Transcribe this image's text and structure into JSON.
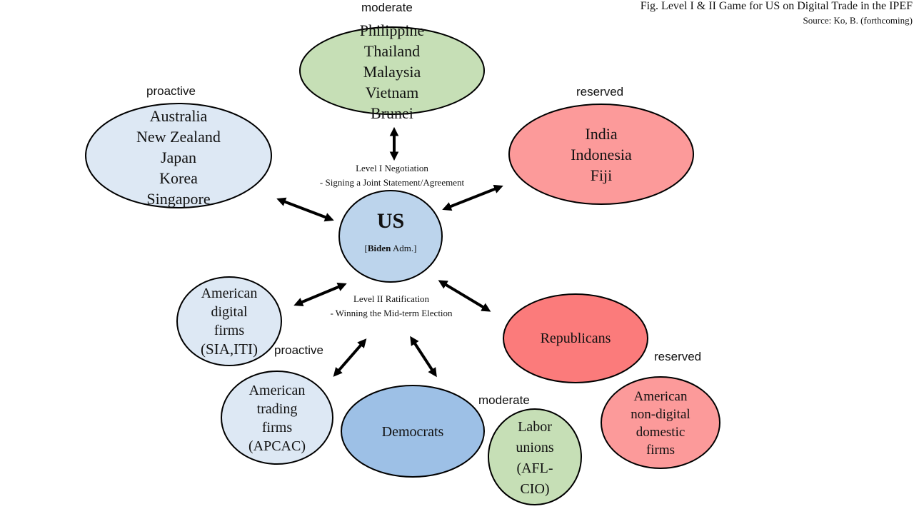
{
  "caption": {
    "title": "Fig. Level I & II Game for US on Digital  Trade in the IPEF",
    "source": "Source:  Ko, B. (forthcoming)"
  },
  "labels": {
    "moderate_top": "moderate",
    "proactive_top": "proactive",
    "reserved_top": "reserved",
    "proactive_bottom": "proactive",
    "reserved_bottom": "reserved",
    "moderate_bottom": "moderate"
  },
  "center": {
    "title": "US",
    "sub_bold": "Biden",
    "sub_rest": " Adm.]",
    "sub_open": "["
  },
  "level1": {
    "line1": "Level  I Negotiation",
    "line2": "- Signing  a Joint  Statement/Agreement"
  },
  "level2": {
    "line1": "Level  II Ratification",
    "line2": "- Winning  the Mid-term  Election"
  },
  "nodes": {
    "moderate_countries": [
      "Philippine",
      "Thailand",
      "Malaysia",
      "Vietnam",
      "Brunei"
    ],
    "proactive_countries": [
      "Australia",
      "New Zealand",
      "Japan",
      "Korea",
      "Singapore"
    ],
    "reserved_countries": [
      "India",
      "Indonesia",
      "Fiji"
    ],
    "digital_firms": [
      "American",
      "digital",
      "firms",
      "(SIA,ITI)"
    ],
    "trading_firms": [
      "American",
      "trading",
      "firms",
      "(APCAC)"
    ],
    "democrats": [
      "Democrats"
    ],
    "labor_unions": [
      "Labor",
      "unions",
      "(AFL-",
      "CIO)"
    ],
    "republicans": [
      "Republicans"
    ],
    "non_digital_firms": [
      "American",
      "non-digital",
      "domestic",
      "firms"
    ]
  },
  "colors": {
    "light_blue": "#dde8f4",
    "mid_blue": "#bcd4ec",
    "blue": "#9dc0e6",
    "green": "#c6dfb6",
    "pink": "#fc9a9a",
    "red": "#fb7b7b",
    "stroke": "#000000"
  }
}
